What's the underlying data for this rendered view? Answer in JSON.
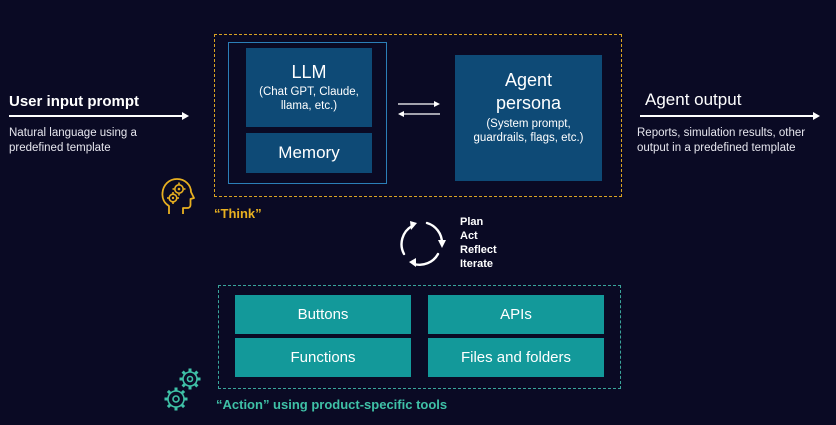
{
  "input": {
    "title": "User input prompt",
    "description_line1": "Natural language using a",
    "description_line2": "predefined template"
  },
  "output": {
    "title": "Agent output",
    "description_line1": "Reports, simulation results, other",
    "description_line2": "output in a predefined template"
  },
  "think": {
    "llm": {
      "title": "LLM",
      "sub_line1": "(Chat GPT, Claude,",
      "sub_line2": "llama, etc.)"
    },
    "memory": {
      "title": "Memory"
    },
    "persona": {
      "title_line1": "Agent",
      "title_line2": "persona",
      "sub_line1": "(System prompt,",
      "sub_line2": "guardrails, flags, etc.)"
    },
    "label": "“Think”",
    "icon": "head-gears-icon"
  },
  "cycle": {
    "icon": "cycle-arrows-icon",
    "steps": [
      "Plan",
      "Act",
      "Reflect",
      "Iterate"
    ]
  },
  "action": {
    "tools": [
      "Buttons",
      "APIs",
      "Functions",
      "Files and folders"
    ],
    "label": "“Action” using product-specific tools",
    "icon": "gears-icon"
  },
  "colors": {
    "background": "#0a0a24",
    "think_accent": "#d9a322",
    "action_accent": "#3aa59b",
    "blue_box": "#0e4a76",
    "teal_box": "#13999a"
  }
}
